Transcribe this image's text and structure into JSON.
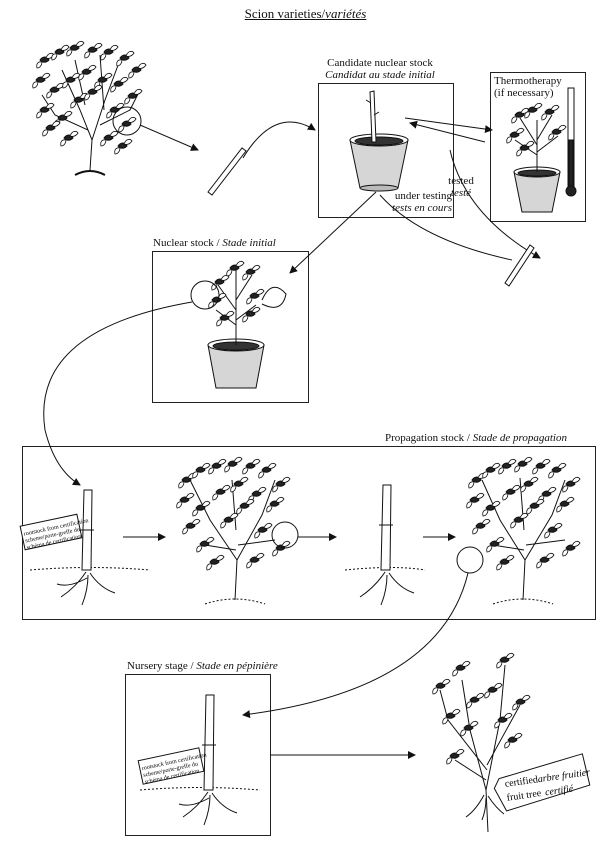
{
  "title": {
    "en": "Scion varieties/",
    "fr": "variétés"
  },
  "candidate": {
    "en": "Candidate nuclear stock",
    "fr": "Candidat au stade initial",
    "testing_en": "under testing",
    "testing_fr": "tests en cours"
  },
  "thermo": {
    "line1": "Thermotherapy",
    "line2": "(if necessary)"
  },
  "tested": {
    "en": "tested",
    "fr": "testé"
  },
  "nuclear": {
    "en": "Nuclear stock / ",
    "fr": "Stade initial"
  },
  "propagation": {
    "en": "Propagation stock / ",
    "fr": "Stade de propagation"
  },
  "nursery": {
    "en": "Nursery stage / ",
    "fr": "Stade en pépinière"
  },
  "rootstock_tag": {
    "line1": "rootstock from certification",
    "line2": "scheme/porte-greffe du",
    "line3": "schéma de certification"
  },
  "certified_tag": {
    "line1a": "certified",
    "line1b": "arbre fruitier",
    "line2a": "fruit tree",
    "line2b": "certifié"
  }
}
